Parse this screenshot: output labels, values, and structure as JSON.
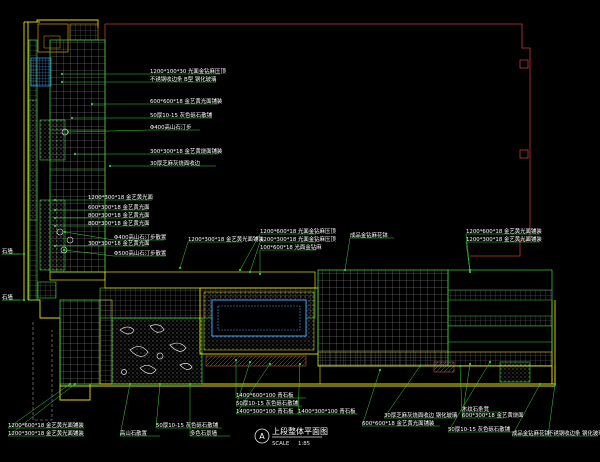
{
  "drawing": {
    "title_mark": "A",
    "title": "上段整体平面图",
    "scale_label": "SCALE",
    "scale_value": "1:85"
  },
  "annotations": [
    {
      "id": "a1",
      "text": "1200*100*30 光面金钻麻压顶"
    },
    {
      "id": "a2",
      "text": "不锈钢收边条 B型 钢化玻璃"
    },
    {
      "id": "a3",
      "text": "600*600*18 金艺黄光面铺装"
    },
    {
      "id": "a4",
      "text": "50厚10-15 灰色砾石散铺"
    },
    {
      "id": "a5",
      "text": "Φ400高山石汀步"
    },
    {
      "id": "a6",
      "text": "300*300*18 金艺黄烧面铺装"
    },
    {
      "id": "a7",
      "text": "30厚芝麻灰烧面收边"
    },
    {
      "id": "a8",
      "text": "1200*300*18 金艺黄光面"
    },
    {
      "id": "a9",
      "text": "600*300*18 金艺黄光面"
    },
    {
      "id": "a10",
      "text": "800*300*18 金艺黄光面"
    },
    {
      "id": "a11",
      "text": "800*300*18 金艺黄光面"
    },
    {
      "id": "a12",
      "text": "Φ400高山石汀步散置"
    },
    {
      "id": "a13",
      "text": "300*300*18 金艺黄光面"
    },
    {
      "id": "a14",
      "text": "Φ500高山石汀步散置"
    },
    {
      "id": "a15",
      "text": "1200*300*18 金艺黄光面铺装"
    },
    {
      "id": "a16",
      "text": "1200*600*18 光面金钻麻压顶"
    },
    {
      "id": "a17",
      "text": "1200*300*18 光面金钻麻压顶"
    },
    {
      "id": "a18",
      "text": "100*600*18 光面金钻麻"
    },
    {
      "id": "a19",
      "text": "成品金钻麻花钵"
    },
    {
      "id": "a20",
      "text": "1200*600*18 金艺黄光面铺装"
    },
    {
      "id": "a21",
      "text": "1200*300*18 金艺黄光面铺装"
    },
    {
      "id": "a22",
      "text": "1400*600*100 青石板"
    },
    {
      "id": "a23",
      "text": "50厚10-15 灰色砾石散铺"
    },
    {
      "id": "a24",
      "text": "1400*300*100 青石板"
    },
    {
      "id": "a25",
      "text": "1400*300*100 青石板"
    },
    {
      "id": "a26",
      "text": "30厚芝麻灰烧面收边 钢化玻璃"
    },
    {
      "id": "a27",
      "text": "600*600*18 金艺黄光面铺装"
    },
    {
      "id": "a28",
      "text": "木纹石条凳"
    },
    {
      "id": "a29",
      "text": "600*300*18 金艺黄烧面"
    },
    {
      "id": "a30",
      "text": "50厚10-15 灰色砾石散铺"
    },
    {
      "id": "a31",
      "text": "1200*600*18 金艺黄光面铺装"
    },
    {
      "id": "a32",
      "text": "1200*300*18 金艺黄光面铺装"
    },
    {
      "id": "a33",
      "text": "高山石散置"
    },
    {
      "id": "a34",
      "text": "50厚10-15 灰色砾石散铺"
    },
    {
      "id": "a35",
      "text": "多色石景墙"
    },
    {
      "id": "a36",
      "text": "成品金钻麻花钵"
    },
    {
      "id": "a37",
      "text": "不锈钢收边条 钢化玻璃"
    },
    {
      "id": "a38",
      "text": "石墙"
    },
    {
      "id": "a39",
      "text": "石墙"
    }
  ]
}
